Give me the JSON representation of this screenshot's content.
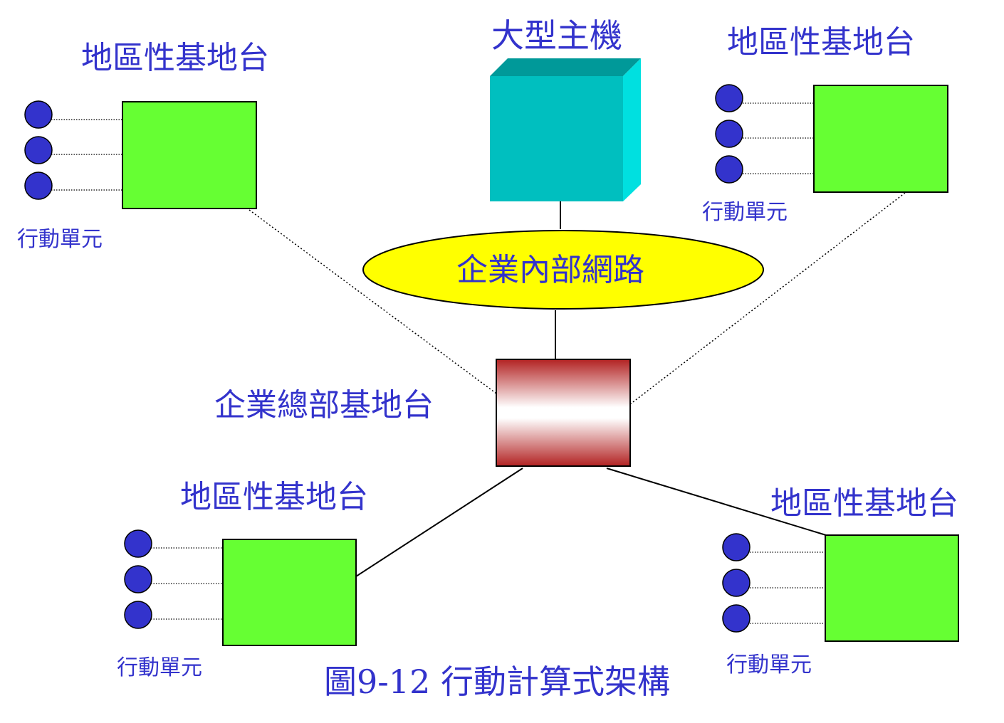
{
  "mainframe": {
    "label": "大型主機",
    "front_color": "#00bfbf",
    "top_color": "#009999",
    "side_color": "#00e0e0"
  },
  "intranet": {
    "label": "企業內部網路",
    "color": "#ffff00"
  },
  "hq": {
    "label": "企業總部基地台"
  },
  "regional": [
    {
      "label": "地區性基地台",
      "units_label": "行動單元"
    },
    {
      "label": "地區性基地台",
      "units_label": "行動單元"
    },
    {
      "label": "地區性基地台",
      "units_label": "行動單元"
    },
    {
      "label": "地區性基地台",
      "units_label": "行動單元"
    }
  ],
  "caption": "圖9-12 行動計算式架構",
  "colors": {
    "station": "#66ff33",
    "unit": "#3333cc",
    "text": "#3333cc",
    "hq_dark": "#b22222"
  }
}
